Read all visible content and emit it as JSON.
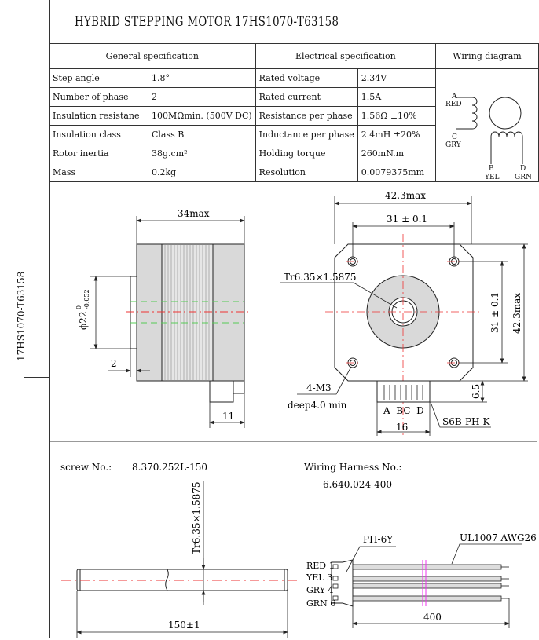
{
  "title": "HYBRID STEPPING MOTOR   17HS1070-T63158",
  "side_label": "17HS1070-T63158",
  "table": {
    "headers": [
      "General  specification",
      "Electrical  specification",
      "Wiring diagram"
    ],
    "rows": [
      [
        "Step angle",
        "1.8°",
        "Rated voltage",
        "2.34V"
      ],
      [
        "Number of phase",
        "2",
        "Rated current",
        "1.5A"
      ],
      [
        "Insulation resistane",
        "100MΩmin. (500V DC)",
        "Resistance per phase",
        "1.56Ω ±10%"
      ],
      [
        "Insulation class",
        "Class B",
        "Inductance per phase",
        "2.4mH ±20%"
      ],
      [
        "Rotor inertia",
        "38g.cm²",
        "Holding torque",
        "260mN.m"
      ],
      [
        "Mass",
        "0.2kg",
        "Resolution",
        "0.0079375mm"
      ]
    ],
    "wiring": {
      "a": "A",
      "red": "RED",
      "c": "C",
      "gry": "GRY",
      "b": "B",
      "yel": "YEL",
      "d": "D",
      "grn": "GRN"
    }
  },
  "side_view": {
    "length": "34max",
    "diameter": "ϕ22",
    "tol_upper": "0",
    "tol_lower": "-0.052",
    "boss": "2",
    "connector": "11"
  },
  "front_view": {
    "width": "42.3max",
    "hole_spacing": "31 ± 0.1",
    "hole_spacing_v": "31 ± 0.1",
    "height": "42.3max",
    "thread": "Tr6.35×1.5875",
    "holes": "4-M3",
    "hole_depth": "deep4.0 min",
    "pins": "A  BC  D",
    "conn_width": "16",
    "conn_height": "6.5",
    "conn_type": "S6B-PH-K"
  },
  "screw": {
    "label": "screw No.:",
    "number": "8.370.252L-150",
    "thread": "Tr6.35×1.5875",
    "length": "150±1"
  },
  "harness": {
    "label": "Wiring Harness No.:",
    "number": "6.640.024-400",
    "connector": "PH-6Y",
    "cable": "UL1007 AWG26",
    "length": "400",
    "wires": [
      "RED 1",
      "YEL 3",
      "GRY 4",
      "GRN 6"
    ]
  }
}
